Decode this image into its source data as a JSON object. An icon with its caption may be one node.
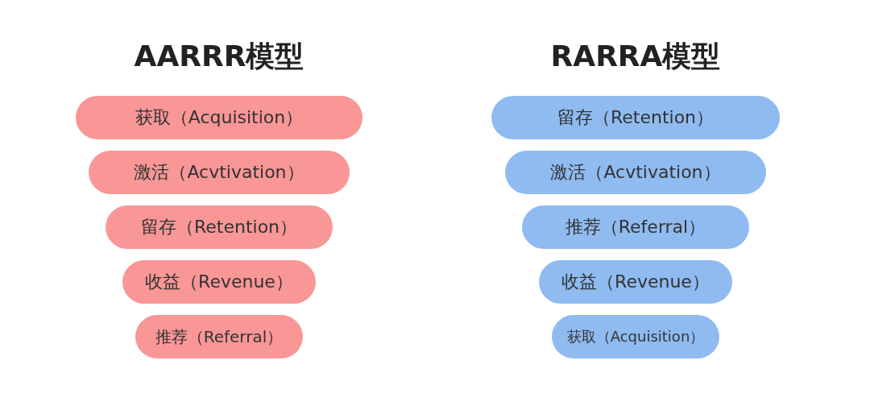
{
  "diagram": {
    "nodes": [
      {
        "text": [
          "获取（Acquisition）"
        ]
      },
      {
        "text": [
          "激活（Acvtivation）"
        ]
      },
      {
        "text": [
          "留存（Retention）"
        ]
      },
      {
        "text": [
          "收益（Revenue）"
        ]
      },
      {
        "text": [
          "推荐（Referral）"
        ]
      },
      {
        "text": [
          "留存（Retention）"
        ]
      },
      {
        "text": [
          "激活（Acvtivation）"
        ]
      },
      {
        "text": [
          "推荐（Referral）"
        ]
      },
      {
        "text": [
          "收益（Revenue）"
        ]
      },
      {
        "text": [
          "获取（Acquisition）"
        ]
      }
    ],
    "labels": [
      "AARRR模型",
      "RARRA模型"
    ]
  }
}
